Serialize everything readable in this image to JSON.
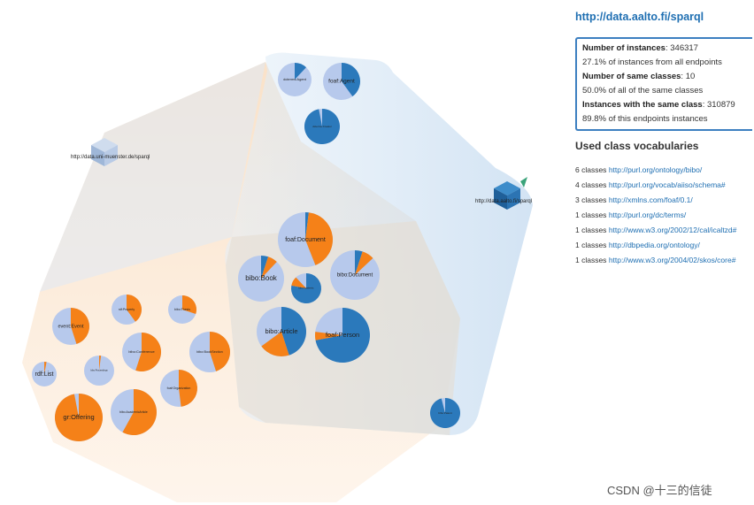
{
  "endpoints": [
    {
      "id": "unimuenster",
      "label": "http://data.uni-muenster.de/sparql"
    },
    {
      "id": "aalto",
      "label": "http://data.aalto.fi/sparql"
    }
  ],
  "classes": [
    {
      "id": "dcterms-agent",
      "label": "dcterms:Agent",
      "frac": 0.12
    },
    {
      "id": "foaf-agent",
      "label": "foaf:Agent",
      "frac": 0.4
    },
    {
      "id": "dcterms-creator",
      "label": "dcterms:Creator",
      "frac": 0.97
    },
    {
      "id": "foaf-document",
      "label": "foaf:Document",
      "frac": 0.02,
      "frac2": 0.42
    },
    {
      "id": "bibo-book",
      "label": "bibo:Book",
      "frac": 0.05,
      "frac2": 0.07
    },
    {
      "id": "bibo-document",
      "label": "bibo:Document",
      "frac": 0.05,
      "frac2": 0.08
    },
    {
      "id": "bibo-academic",
      "label": "bibo:Academic",
      "frac": 0.78,
      "frac2": 0.1
    },
    {
      "id": "bibo-article",
      "label": "bibo:Article",
      "frac": 0.45,
      "frac2": 0.2
    },
    {
      "id": "foaf-person",
      "label": "foaf:Person",
      "frac": 0.72,
      "frac2": 0.05
    },
    {
      "id": "bibo-patent",
      "label": "bibo:Patent",
      "frac": 0.96
    },
    {
      "id": "event-event",
      "label": "event:Event",
      "frac2": 0.45
    },
    {
      "id": "rdf-property",
      "label": "rdf:Property",
      "frac2": 0.4
    },
    {
      "id": "bibo-thesis",
      "label": "bibo:Thesis",
      "frac2": 0.3
    },
    {
      "id": "bibo-conference",
      "label": "bibo:Conference",
      "frac2": 0.55
    },
    {
      "id": "bibo-bookSection",
      "label": "bibo:BookSection",
      "frac2": 0.45
    },
    {
      "id": "rdf-list",
      "label": "rdf:List",
      "frac2": 0.03
    },
    {
      "id": "bibo-proceedings",
      "label": "bibo:Proceedings",
      "frac2": 0.02
    },
    {
      "id": "foaf-organization",
      "label": "foaf:Organization",
      "frac2": 0.48
    },
    {
      "id": "gr-offering",
      "label": "gr:Offering",
      "frac2": 0.97
    },
    {
      "id": "bibo-academicarticle",
      "label": "bibo:AcademicArticle",
      "frac2": 0.58
    }
  ],
  "panel": {
    "title": "http://data.aalto.fi/sparql",
    "stats": [
      {
        "key": "Number of instances",
        "value": ": 346317"
      },
      {
        "key": "",
        "value": "27.1% of instances from all endpoints"
      },
      {
        "key": "Number of same classes",
        "value": ": 10"
      },
      {
        "key": "",
        "value": "50.0% of all of the same classes"
      },
      {
        "key": "Instances with the same class",
        "value": ": 310879"
      },
      {
        "key": "",
        "value": "89.8% of this endpoints instances"
      }
    ],
    "vocab_title": "Used class vocabularies",
    "vocabularies": [
      {
        "count": "6 classes",
        "url": "http://purl.org/ontology/bibo/"
      },
      {
        "count": "4 classes",
        "url": "http://purl.org/vocab/aiiso/schema#"
      },
      {
        "count": "3 classes",
        "url": "http://xmlns.com/foaf/0.1/"
      },
      {
        "count": "1 classes",
        "url": "http://purl.org/dc/terms/"
      },
      {
        "count": "1 classes",
        "url": "http://www.w3.org/2002/12/cal/icaltzd#"
      },
      {
        "count": "1 classes",
        "url": "http://dbpedia.org/ontology/"
      },
      {
        "count": "1 classes",
        "url": "http://www.w3.org/2004/02/skos/core#"
      }
    ]
  },
  "watermark": "CSDN @十三的信徒",
  "colors": {
    "blue": "#2b79bb",
    "light": "#b7c9ec",
    "orange": "#f58118",
    "hull_blue": "#d6e5f5",
    "hull_orange": "#fbe3cb"
  }
}
